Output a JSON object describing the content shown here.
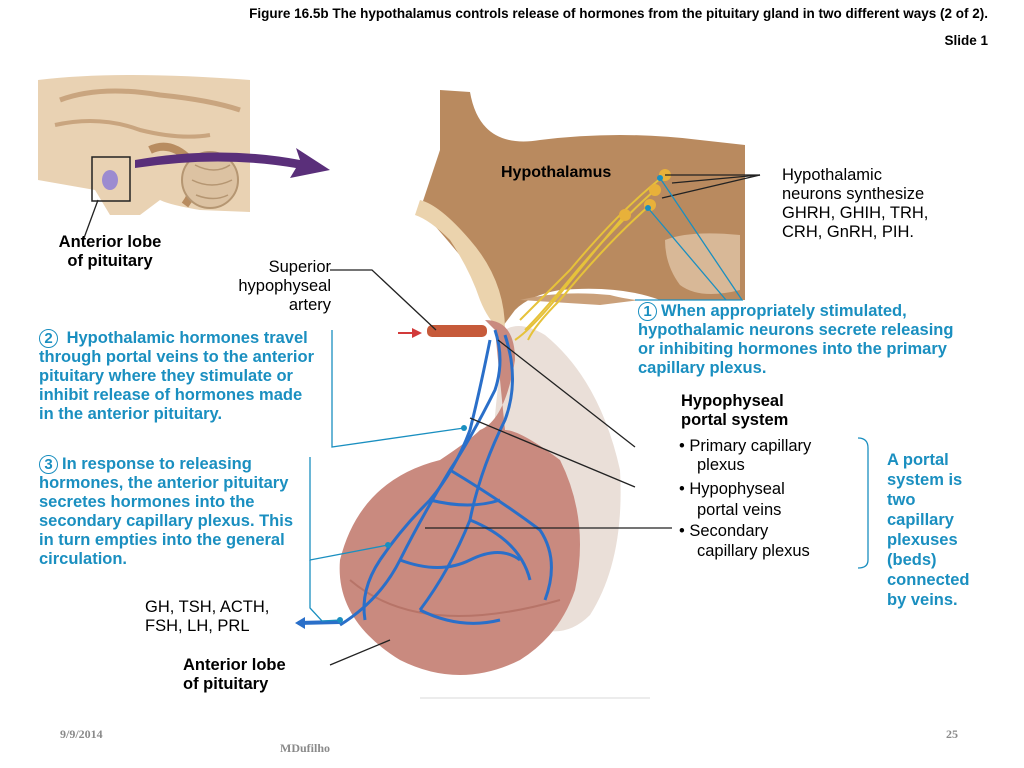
{
  "header": {
    "title": "Figure 16.5b The hypothalamus controls release of hormones from the pituitary gland in two different ways (2 of 2).",
    "slide": "Slide 1"
  },
  "labels": {
    "hypothalamus": "Hypothalamus",
    "neurons": [
      "Hypothalamic",
      "neurons synthesize",
      "GHRH, GHIH, TRH,",
      "CRH, GnRH, PIH."
    ],
    "anterior_lobe_inset": [
      "Anterior lobe",
      "of pituitary"
    ],
    "superior_artery": [
      "Superior",
      "hypophyseal",
      "artery"
    ],
    "portal_system_title": [
      "Hypophyseal",
      "portal system"
    ],
    "primary_plexus": [
      "• Primary capillary",
      "plexus"
    ],
    "portal_veins": [
      "• Hypophyseal",
      "portal veins"
    ],
    "secondary_plexus": [
      "• Secondary",
      "capillary plexus"
    ],
    "hormones_out": [
      "GH, TSH, ACTH,",
      "FSH, LH, PRL"
    ],
    "anterior_lobe_bottom": [
      "Anterior lobe",
      "of pituitary"
    ]
  },
  "steps": [
    {
      "num": "1",
      "text": "When appropriately stimulated, hypothalamic neurons secrete releasing or inhibiting hormones into the primary capillary plexus."
    },
    {
      "num": "2",
      "text": "Hypothalamic hormones travel through portal veins to the anterior pituitary where they stimulate or inhibit release of hormones made in the anterior pituitary."
    },
    {
      "num": "3",
      "text": "In response to releasing hormones, the anterior pituitary secretes hormones into the secondary capillary plexus. This in turn empties into the general circulation."
    }
  ],
  "portal_note": [
    "A portal",
    "system is",
    "two",
    "capillary",
    "plexuses",
    "(beds)",
    "connected",
    "by veins."
  ],
  "footer": {
    "date": "9/9/2014",
    "author": "MDufilho",
    "page": "25"
  },
  "colors": {
    "accent_blue": "#1a8fc0",
    "vein_blue": "#2a6fc9",
    "tissue": "#b98a5f",
    "gland": "#c98a7f"
  }
}
